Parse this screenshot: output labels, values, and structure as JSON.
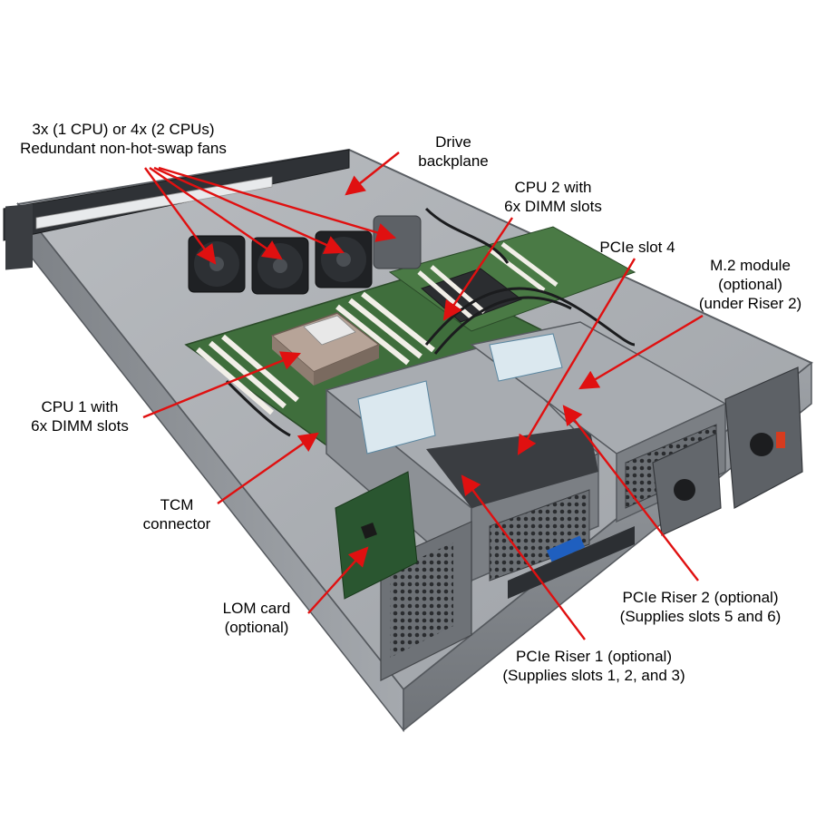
{
  "colors": {
    "callout": "#e01010",
    "chassis": "#8a8e93",
    "board": "#3c6b3a"
  },
  "labels": {
    "fans": {
      "line1": "3x (1 CPU) or 4x (2 CPUs)",
      "line2": "Redundant non-hot-swap fans"
    },
    "drive_backplane": {
      "line1": "Drive",
      "line2": "backplane"
    },
    "cpu2": {
      "line1": "CPU 2 with",
      "line2": "6x DIMM slots"
    },
    "pcie_slot4": {
      "line1": "PCIe slot 4"
    },
    "m2": {
      "line1": "M.2 module",
      "line2": "(optional)",
      "line3": "(under Riser 2)"
    },
    "cpu1": {
      "line1": "CPU 1 with",
      "line2": "6x DIMM slots"
    },
    "tcm": {
      "line1": "TCM",
      "line2": "connector"
    },
    "lom": {
      "line1": "LOM card",
      "line2": "(optional)"
    },
    "riser2": {
      "line1": "PCIe Riser 2 (optional)",
      "line2": "(Supplies slots 5 and 6)"
    },
    "riser1": {
      "line1": "PCIe Riser 1 (optional)",
      "line2": "(Supplies slots 1, 2, and 3)"
    }
  }
}
